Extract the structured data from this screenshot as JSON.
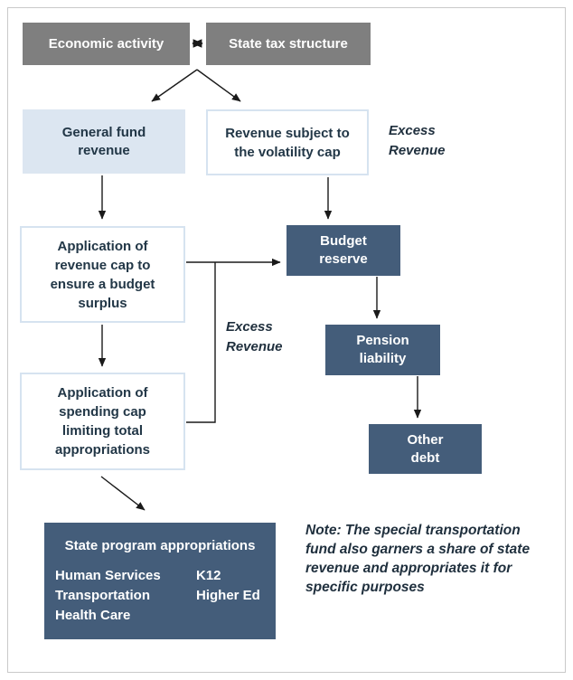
{
  "palette": {
    "box_gray": "#7f7f7f",
    "box_light_blue_fill": "#dce6f1",
    "box_light_blue_border": "#d6e3f0",
    "box_dark_blue": "#445d7a",
    "text_dark": "#223747",
    "text_on_dark": "#ffffff",
    "arrow": "#1a1a1a",
    "frame_border": "#c9c9c9"
  },
  "nodes": {
    "economic_activity": {
      "label": "Economic activity"
    },
    "state_tax_structure": {
      "label": "State tax structure"
    },
    "general_fund_revenue": {
      "label": "General fund revenue"
    },
    "volatility_cap_revenue": {
      "label": "Revenue subject to the volatility cap"
    },
    "revenue_cap": {
      "label": "Application of revenue cap to ensure a budget surplus"
    },
    "spending_cap": {
      "label": "Application of spending cap limiting total appropriations"
    },
    "budget_reserve": {
      "label": "Budget reserve"
    },
    "pension_liability": {
      "label": "Pension liability"
    },
    "other_debt": {
      "label": "Other debt"
    },
    "state_program_appropriations": {
      "title": "State program appropriations",
      "programs_col1": [
        "Human Services",
        "Transportation",
        "Health Care"
      ],
      "programs_col2": [
        "K12",
        "Higher Ed"
      ]
    }
  },
  "annotations": {
    "excess_revenue_top": "Excess\nRevenue",
    "excess_revenue_middle": "Excess\nRevenue",
    "note": "Note: The special transportation fund also garners a share of state revenue and appropriates it for specific purposes"
  },
  "edges": [
    {
      "from": "economic_activity",
      "to": "state_tax_structure",
      "type": "bidirectional"
    },
    {
      "from": "economic_activity_state_tax_structure",
      "to": "general_fund_revenue",
      "type": "arrow"
    },
    {
      "from": "economic_activity_state_tax_structure",
      "to": "volatility_cap_revenue",
      "type": "arrow"
    },
    {
      "from": "general_fund_revenue",
      "to": "revenue_cap",
      "type": "arrow"
    },
    {
      "from": "volatility_cap_revenue",
      "to": "budget_reserve",
      "type": "arrow",
      "label": "Excess Revenue"
    },
    {
      "from": "revenue_cap",
      "to": "budget_reserve",
      "type": "arrow",
      "label": "Excess Revenue"
    },
    {
      "from": "revenue_cap",
      "to": "spending_cap",
      "type": "arrow"
    },
    {
      "from": "spending_cap",
      "to": "budget_reserve",
      "type": "elbow",
      "label": "Excess Revenue"
    },
    {
      "from": "budget_reserve",
      "to": "pension_liability",
      "type": "arrow"
    },
    {
      "from": "pension_liability",
      "to": "other_debt",
      "type": "arrow"
    },
    {
      "from": "spending_cap",
      "to": "state_program_appropriations",
      "type": "arrow"
    }
  ]
}
